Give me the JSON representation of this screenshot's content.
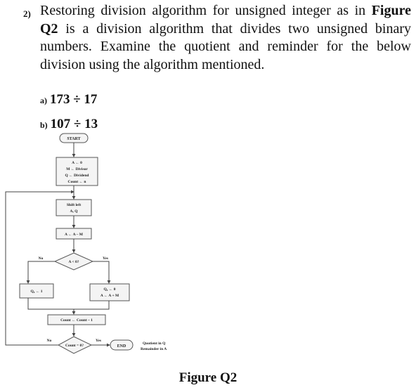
{
  "question": {
    "number": "2)",
    "text_before": "Restoring division algorithm for unsigned integer as in ",
    "figure_ref": "Figure Q2",
    "text_after": " is a division algorithm that divides two unsigned binary numbers. Examine the quotient and reminder for the below division using the algorithm mentioned.",
    "parts": [
      {
        "label": "a)",
        "expression": "173 ÷ 17"
      },
      {
        "label": "b)",
        "expression": "107 ÷ 13"
      }
    ]
  },
  "flowchart": {
    "start": "START",
    "init_lines": [
      "A ← 0",
      "M ← Divisor",
      "Q ← Dividend",
      "Count ← n"
    ],
    "shift_lines": [
      "Shift left",
      "A, Q"
    ],
    "subtract": "A ← A – M",
    "decision_sign": "A < 0?",
    "no_label": "No",
    "yes_label": "Yes",
    "set_q0_one": "Q₀ ← 1",
    "restore_lines": [
      "Q₀ ← 0",
      "A ← A + M"
    ],
    "decrement": "Count ← Count – 1",
    "decision_count": "Count = 0?",
    "end": "END",
    "result_lines": [
      "Quotient in Q",
      "Remainder in A"
    ]
  },
  "figure_caption": "Figure Q2",
  "colors": {
    "box_border": "#555555",
    "box_fill": "#f4f4f4",
    "line": "#444444",
    "text": "#111111"
  }
}
